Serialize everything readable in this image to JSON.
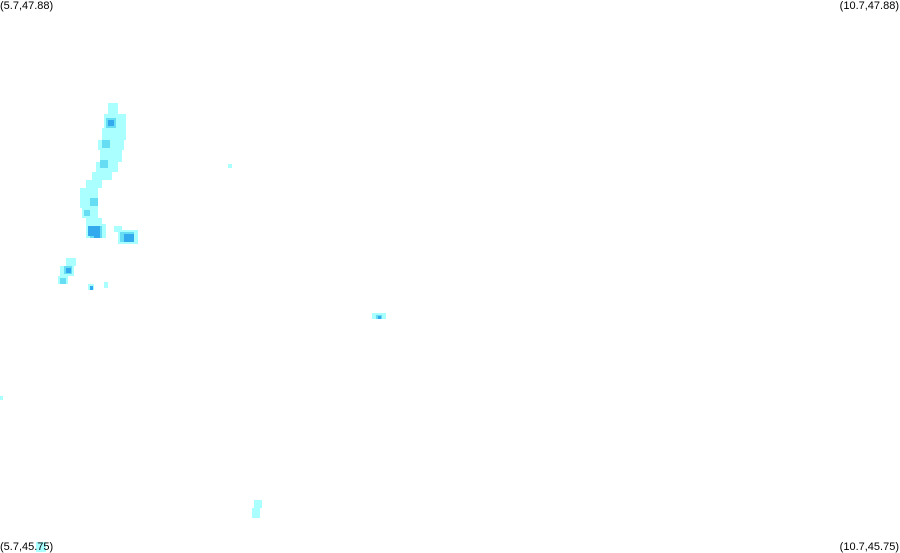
{
  "map": {
    "corners": {
      "top_left": "(5.7,47.88)",
      "top_right": "(10.7,47.88)",
      "bottom_left": "(5.7,45.75)",
      "bottom_right": "(10.7,45.75)"
    },
    "extent": {
      "lon": [
        5.7,
        10.7
      ],
      "lat": [
        45.75,
        47.88
      ]
    },
    "colors": {
      "background": "#ffffff",
      "light": "#aaffff",
      "medium": "#66ddf2",
      "dark": "#33aaee"
    }
  }
}
